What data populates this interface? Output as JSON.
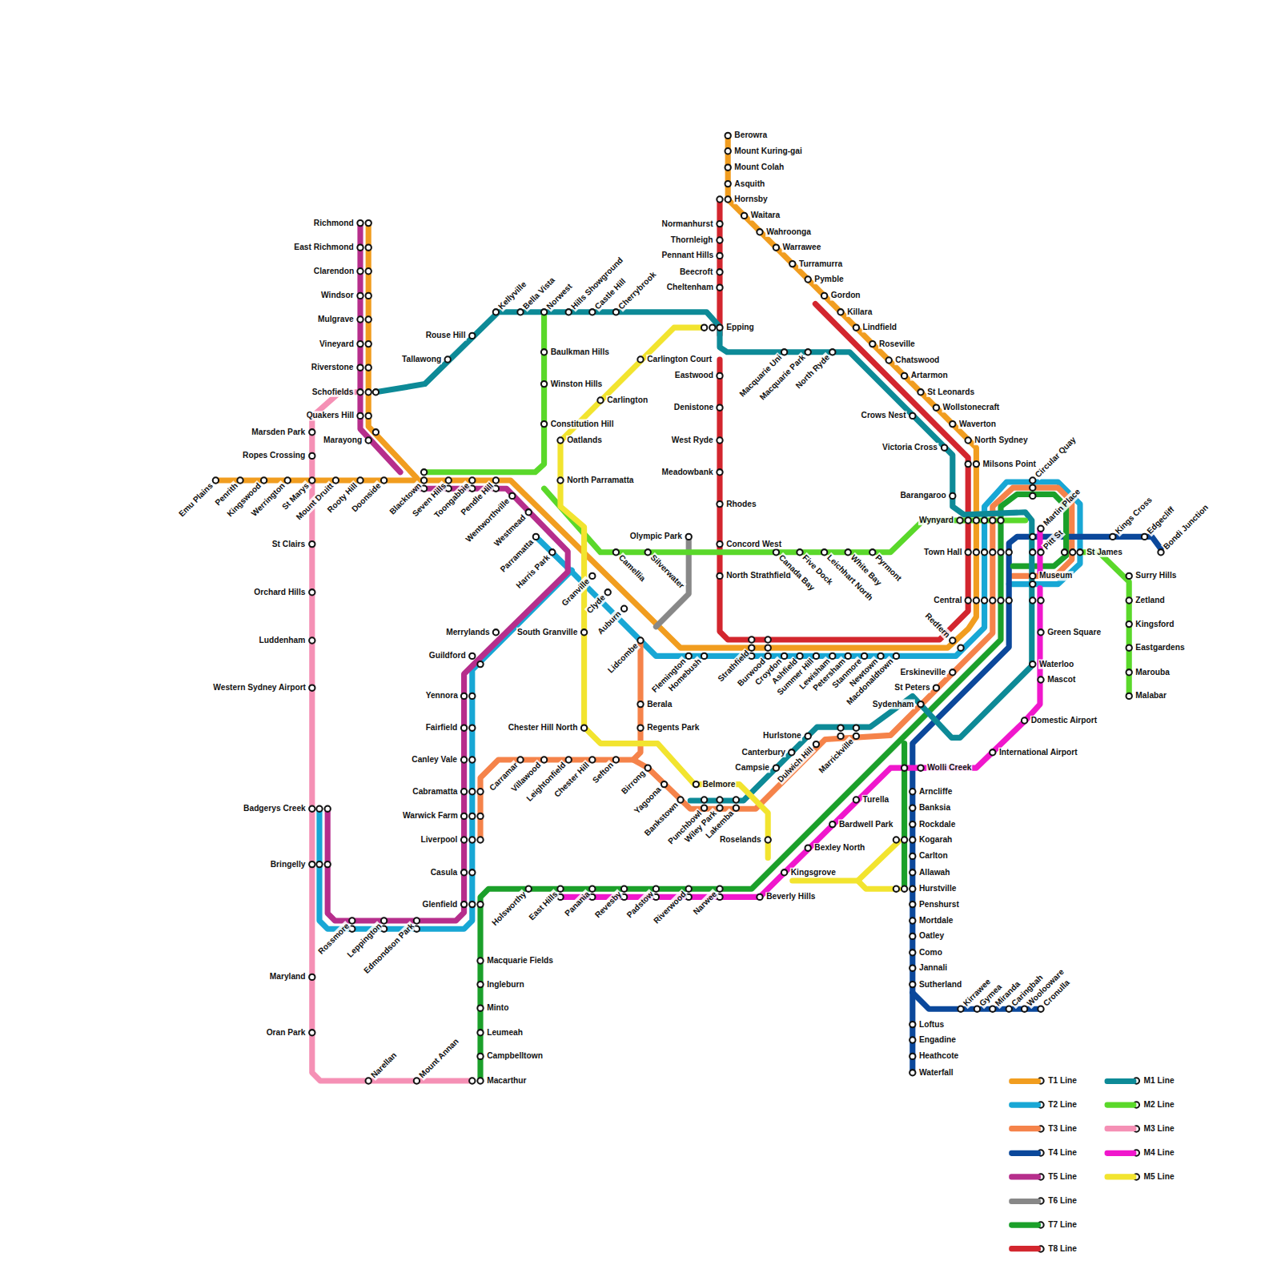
{
  "diagram": {
    "labels": [
      "Berowra",
      "Mount Kuring-gai",
      "Mount Colah",
      "Asquith",
      "Hornsby",
      "Waitara",
      "Wahroonga",
      "Warrawee",
      "Turramurra",
      "Pymble",
      "Gordon",
      "Killara",
      "Lindfield",
      "Roseville",
      "Chatswood",
      "Artarmon",
      "St Leonards",
      "Wollstonecraft",
      "Waverton",
      "North Sydney",
      "Milsons Point",
      "Normanhurst",
      "Thornleigh",
      "Pennant Hills",
      "Beecroft",
      "Cheltenham",
      "Epping",
      "Eastwood",
      "Denistone",
      "West Ryde",
      "Meadowbank",
      "Rhodes",
      "Concord West",
      "North Strathfield",
      "Richmond",
      "East Richmond",
      "Clarendon",
      "Windsor",
      "Mulgrave",
      "Vineyard",
      "Riverstone",
      "Schofields",
      "Quakers Hill",
      "Marayong",
      "Kellyville",
      "Bella Vista",
      "Norwest",
      "Hills Showground",
      "Castle Hill",
      "Cherrybrook",
      "Rouse Hill",
      "Tallawong",
      "Baulkman Hills",
      "Winston Hills",
      "Constitution Hill",
      "Oatlands",
      "North Parramatta",
      "Carlington",
      "Carlington Court",
      "Macquarie Uni",
      "Macquarie Park",
      "North Ryde",
      "Crows Nest",
      "Victoria Cross",
      "Barangaroo",
      "Marsden Park",
      "Ropes Crossing",
      "Emu Plains",
      "Penrith",
      "Kingswood",
      "Werrington",
      "St Marys",
      "Mount Druitt",
      "Rooty Hill",
      "Doonside",
      "Blacktown",
      "Seven Hills",
      "Toongabbie",
      "Pendle Hill",
      "Wentworthville",
      "Westmead",
      "Parramatta",
      "Harris Park",
      "Granville",
      "Clyde",
      "Auburn",
      "Lidcombe",
      "Flemington",
      "Homebush",
      "Strathfield",
      "Burwood",
      "Croydon",
      "Ashfield",
      "Summer Hill",
      "Lewisham",
      "Petersham",
      "Stanmore",
      "Newtown",
      "Macdonaldtown",
      "Olympic Park",
      "Camellia",
      "Silverwater",
      "Canada Bay",
      "Five Dock",
      "Leichhart North",
      "White Bay",
      "Pyrmont",
      "Wynyard",
      "Town Hall",
      "Central",
      "Redfern",
      "Circular Quay",
      "Martin Place",
      "Pitt St",
      "Museum",
      "St James",
      "Kings Cross",
      "Edgecliff",
      "Bondi Junction",
      "Surry Hills",
      "Zetland",
      "Kingsford",
      "Eastgardens",
      "Marouba",
      "Malabar",
      "Green Square",
      "Waterloo",
      "Mascot",
      "Domestic Airport",
      "International Airport",
      "Erskineville",
      "St Peters",
      "Sydenham",
      "Marrickville",
      "Dulwich Hill",
      "Hurlstone",
      "Canterbury",
      "Campsie",
      "Belmore",
      "Lakemba",
      "Wiley Park",
      "Punchbowl",
      "Bankstown",
      "Yagoona",
      "Birrong",
      "Sefton",
      "Chester Hill",
      "Leightonfield",
      "Villawood",
      "Carramar",
      "Chester Hill North",
      "Regents Park",
      "Berala",
      "South Granville",
      "Merrylands",
      "Guildford",
      "Yennora",
      "Fairfield",
      "Canley Vale",
      "Cabramatta",
      "Warwick Farm",
      "Liverpool",
      "Casula",
      "Glenfield",
      "St Clairs",
      "Orchard Hills",
      "Luddenham",
      "Western Sydney Airport",
      "Badgerys Creek",
      "Bringelly",
      "Rossmore",
      "Leppington",
      "Edmondson Park",
      "Maryland",
      "Oran Park",
      "Narellan",
      "Mount Annan",
      "Macarthur",
      "Macquarie Fields",
      "Ingleburn",
      "Minto",
      "Leumeah",
      "Campbelltown",
      "Holsworthy",
      "East Hills",
      "Panania",
      "Revesby",
      "Padstow",
      "Riverwood",
      "Narwee",
      "Beverly Hills",
      "Kingsgrove",
      "Roselands",
      "Bexley North",
      "Bardwell Park",
      "Turella",
      "Wolli Creek",
      "Arncliffe",
      "Banksia",
      "Rockdale",
      "Kogarah",
      "Carlton",
      "Allawah",
      "Hurstville",
      "Penshurst",
      "Mortdale",
      "Oatley",
      "Como",
      "Jannali",
      "Sutherland",
      "Loftus",
      "Engadine",
      "Heathcote",
      "Waterfall",
      "Kirrawee",
      "Gymea",
      "Miranda",
      "Caringbah",
      "Woolooware",
      "Cronulla"
    ],
    "legend": [
      {
        "text": "T1 Line",
        "color": "#F19D1F"
      },
      {
        "text": "T2 Line",
        "color": "#18A7D5"
      },
      {
        "text": "T3 Line",
        "color": "#F5834A"
      },
      {
        "text": "T4 Line",
        "color": "#0B489B"
      },
      {
        "text": "T5 Line",
        "color": "#B62E8C"
      },
      {
        "text": "T6 Line",
        "color": "#888888"
      },
      {
        "text": "T7 Line",
        "color": "#1BA02A"
      },
      {
        "text": "T8 Line",
        "color": "#D3262E"
      },
      {
        "text": "M1 Line",
        "color": "#0D8A97"
      },
      {
        "text": "M2 Line",
        "color": "#5AD82A"
      },
      {
        "text": "M3 Line",
        "color": "#F590B5"
      },
      {
        "text": "M4 Line",
        "color": "#F017CC"
      },
      {
        "text": "M5 Line",
        "color": "#F2E42F"
      }
    ]
  }
}
